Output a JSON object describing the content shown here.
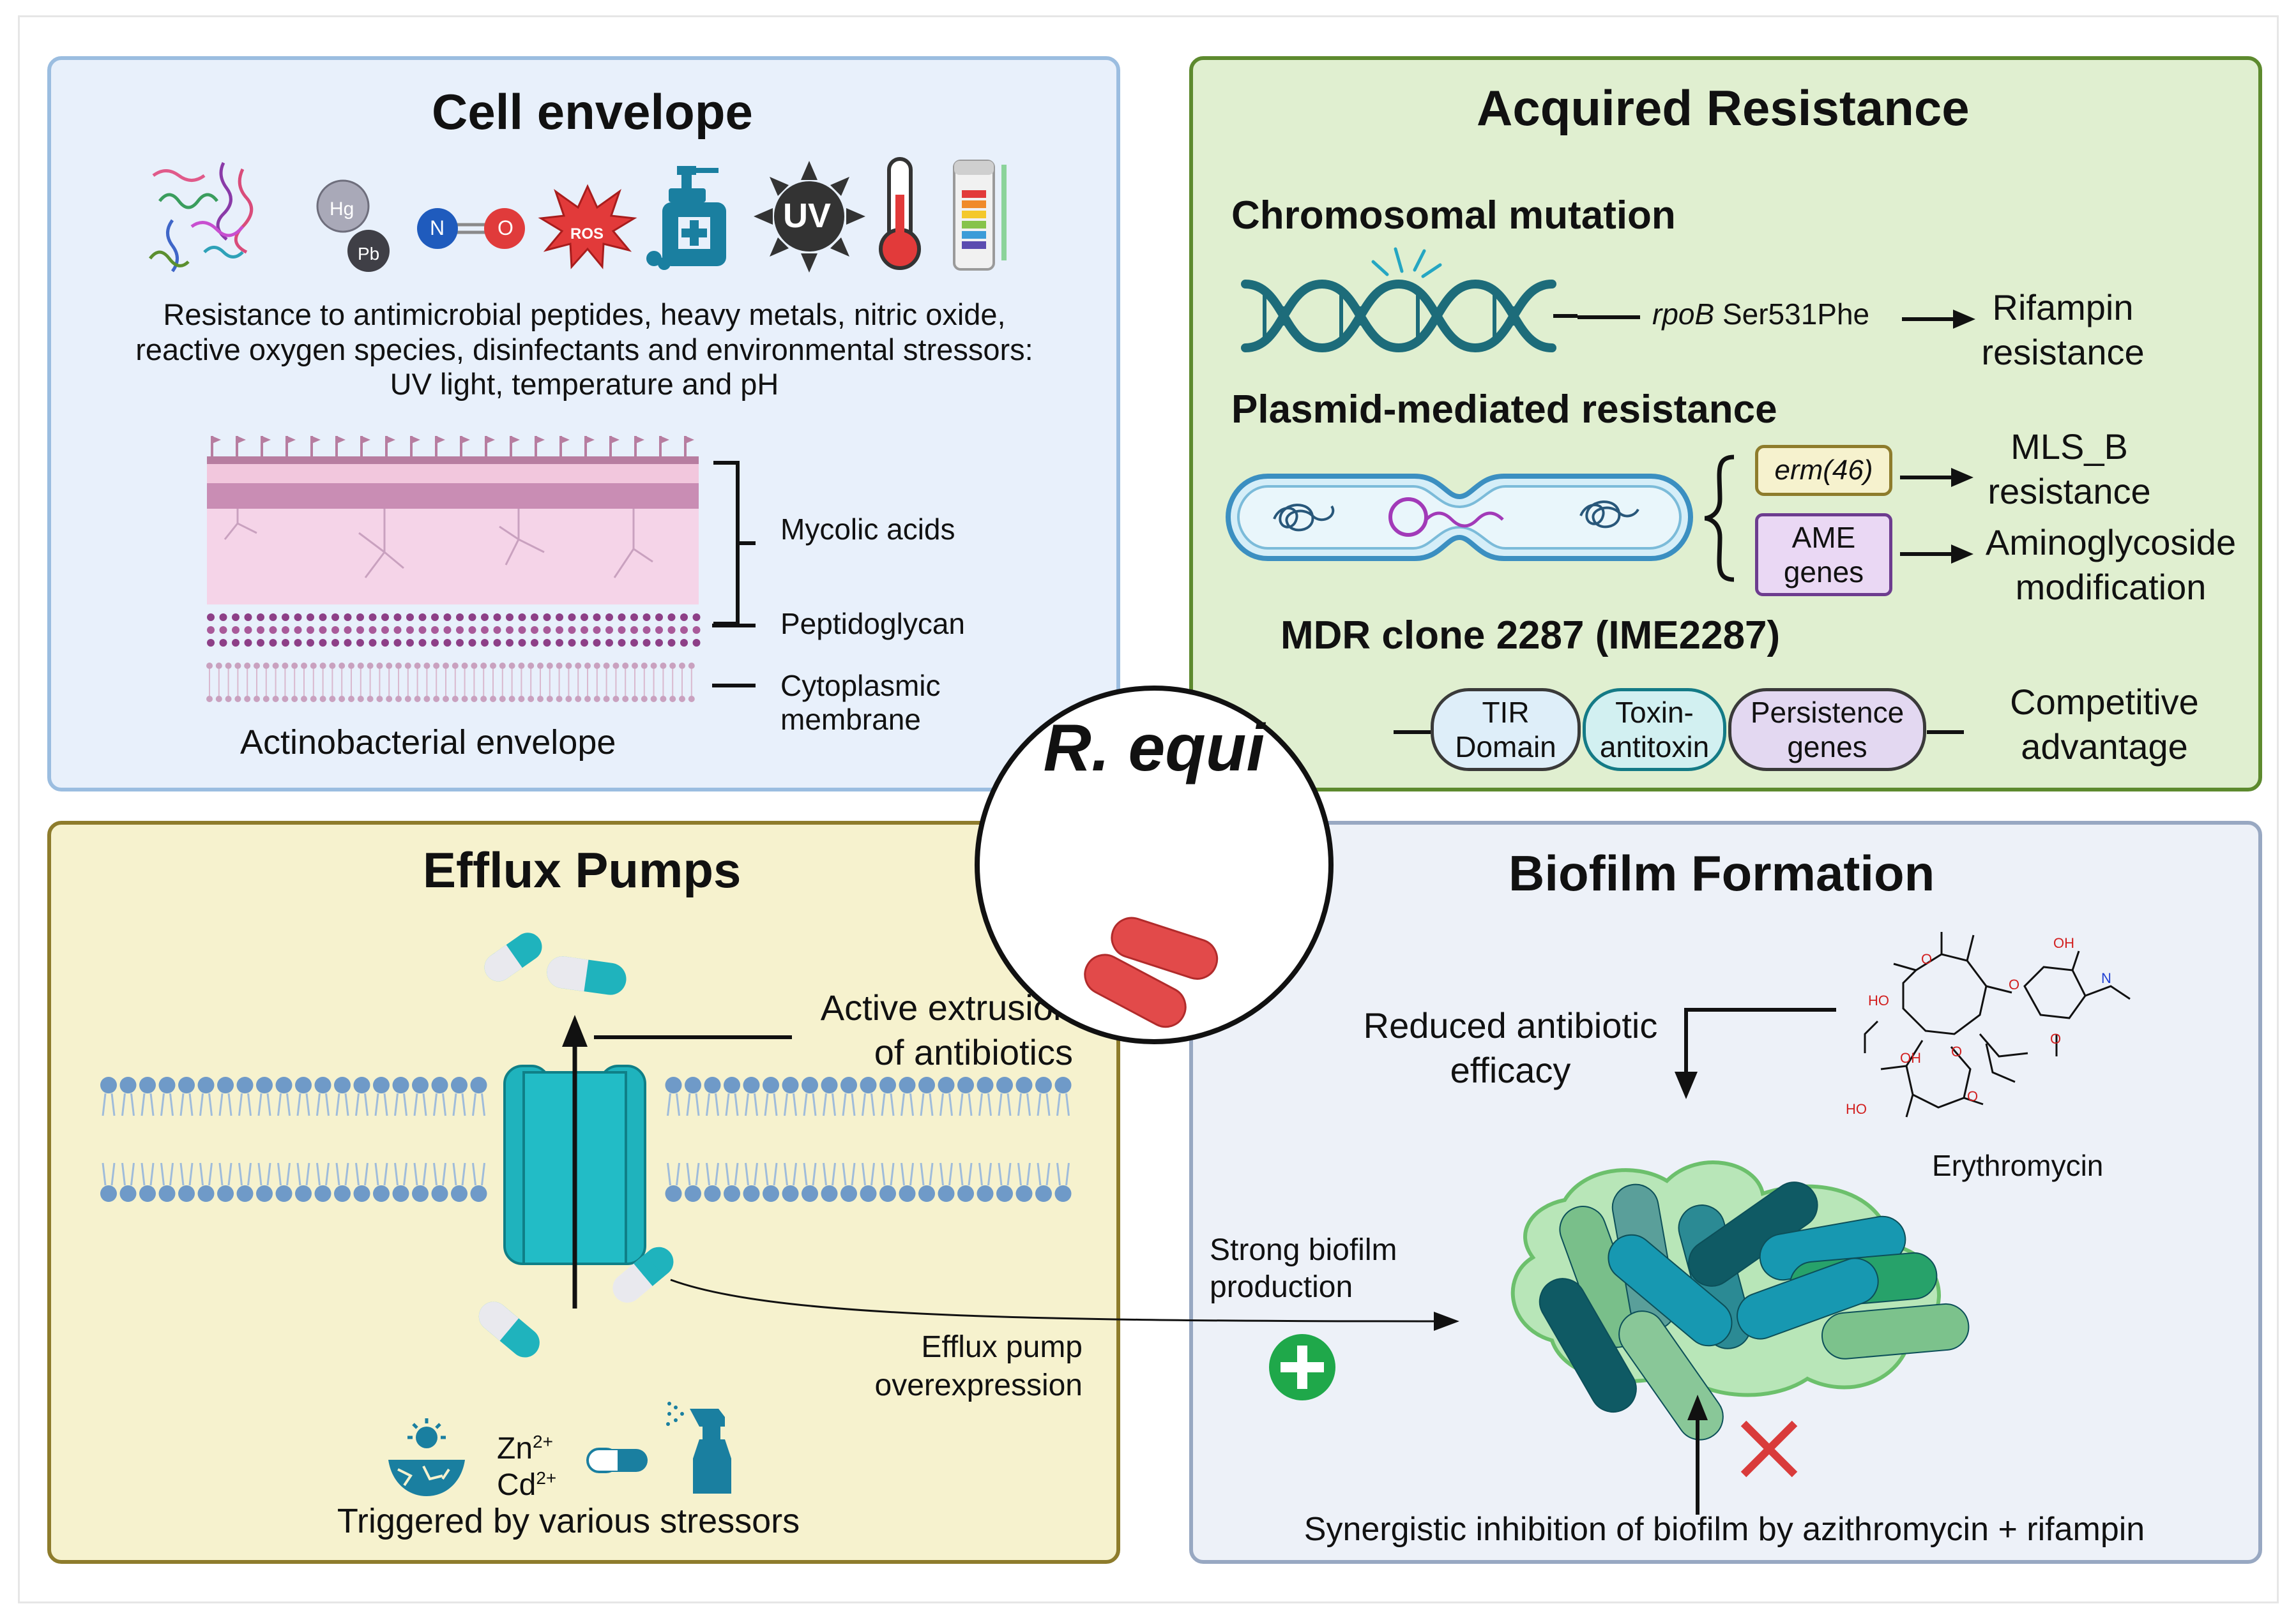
{
  "center": {
    "label": "R. equi"
  },
  "cell_envelope": {
    "title": "Cell envelope",
    "icons": [
      "antimicrobial-peptides",
      "heavy-metals",
      "nitric-oxide",
      "ros",
      "disinfectant",
      "uv",
      "thermometer",
      "ph-strip"
    ],
    "hg": "Hg",
    "pb": "Pb",
    "n": "N",
    "o": "O",
    "ros": "ROS",
    "uv": "UV",
    "desc_line1": "Resistance to antimicrobial peptides, heavy metals, nitric oxide,",
    "desc_line2": "reactive oxygen species, disinfectants and environmental stressors:",
    "desc_line3": "UV light, temperature and pH",
    "label_mycolic": "Mycolic acids",
    "label_peptidoglycan": "Peptidoglycan",
    "label_cytoplasmic_1": "Cytoplasmic",
    "label_cytoplasmic_2": "membrane",
    "caption": "Actinobacterial envelope"
  },
  "acquired_resistance": {
    "title": "Acquired Resistance",
    "chromosomal_heading": "Chromosomal mutation",
    "gene": "rpoB",
    "mutation": " Ser531Phe",
    "rifampin_1": "Rifampin",
    "rifampin_2": "resistance",
    "plasmid_heading": "Plasmid-mediated resistance",
    "erm": "erm(46)",
    "ame_1": "AME",
    "ame_2": "genes",
    "mls_1": "MLS_B",
    "mls_2": "resistance",
    "amino_1": "Aminoglycoside",
    "amino_2": "modification",
    "mdr_heading": "MDR clone 2287 (IME2287)",
    "tir_1": "TIR",
    "tir_2": "Domain",
    "toxin_1": "Toxin-",
    "toxin_2": "antitoxin",
    "persist_1": "Persistence",
    "persist_2": "genes",
    "comp_1": "Competitive",
    "comp_2": "advantage"
  },
  "efflux_pumps": {
    "title": "Efflux Pumps",
    "extrusion_1": "Active extrusion",
    "extrusion_2": "of antibiotics",
    "overexp_1": "Efflux pump",
    "overexp_2": "overexpression",
    "zn": "Zn",
    "cd": "Cd",
    "charge": "2+",
    "triggered": "Triggered by various stressors"
  },
  "biofilm": {
    "title": "Biofilm Formation",
    "reduced_1": "Reduced antibiotic",
    "reduced_2": "efficacy",
    "erythromycin": "Erythromycin",
    "strong_1": "Strong biofilm",
    "strong_2": "production",
    "synergy": "Synergistic inhibition of biofilm by azithromycin + rifampin",
    "mol_o": "O",
    "mol_oh": "OH",
    "mol_ho": "HO",
    "mol_n": "N"
  },
  "colors": {
    "teal": "#1fb3bd",
    "teal_dark": "#0f7f87",
    "dna": "#1d6c7a",
    "bact_red": "#e24a4a",
    "plus_green": "#1fa84a",
    "cross_red": "#d93b3b"
  }
}
